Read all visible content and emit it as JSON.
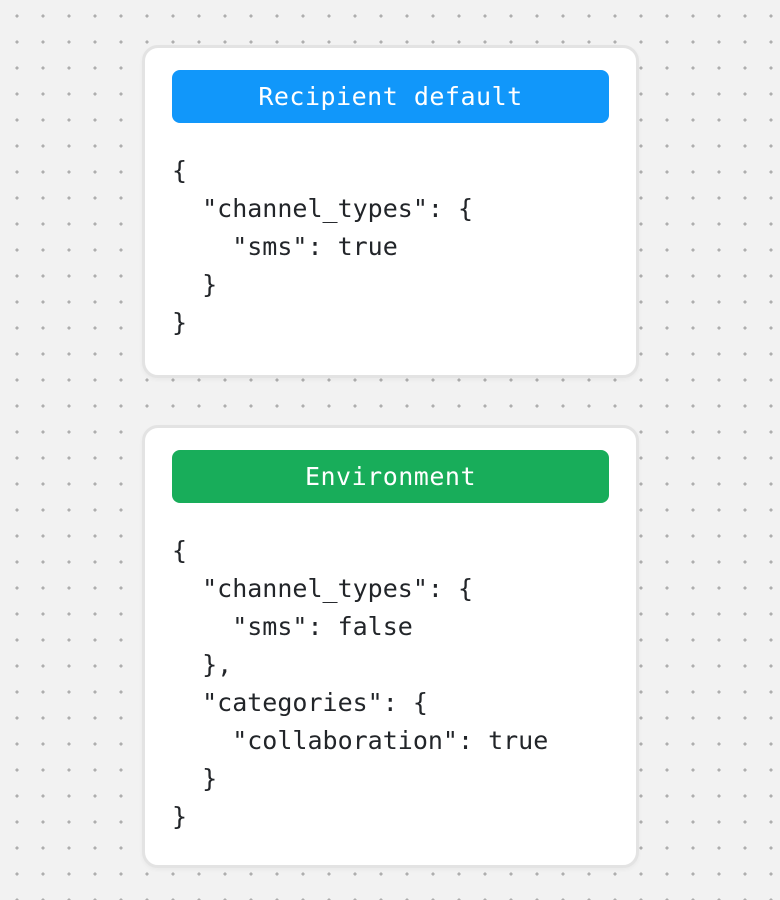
{
  "page": {
    "background_color": "#f2f2f2",
    "dot_color": "#aeaeae",
    "card_background": "#ffffff",
    "card_border_color": "#e3e3e3",
    "code_text_color": "#222529"
  },
  "cards": [
    {
      "header": {
        "label": "Recipient default",
        "color": "#1197fa",
        "text_color": "#ffffff"
      },
      "code": "{\n  \"channel_types\": {\n    \"sms\": true\n  }\n}"
    },
    {
      "header": {
        "label": "Environment",
        "color": "#18ad5a",
        "text_color": "#ffffff"
      },
      "code": "{\n  \"channel_types\": {\n    \"sms\": false\n  },\n  \"categories\": {\n    \"collaboration\": true\n  }\n}"
    }
  ]
}
